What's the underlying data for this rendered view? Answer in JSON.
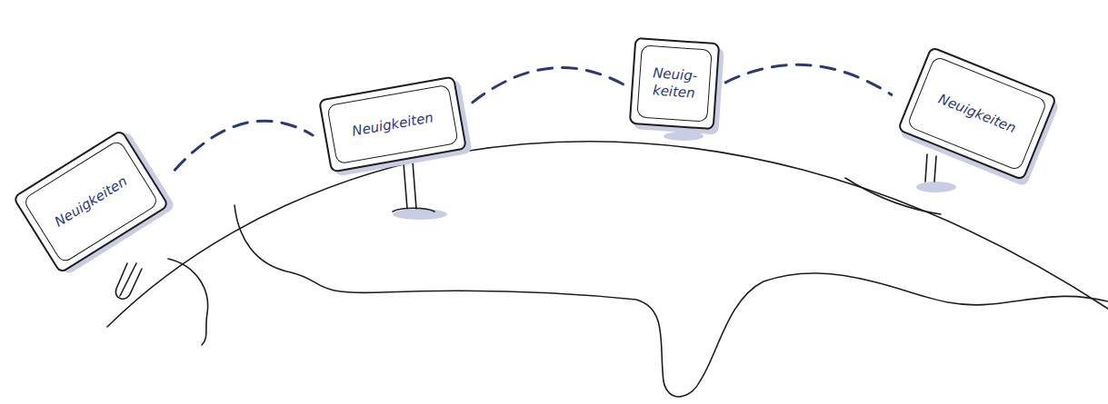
{
  "diagram": {
    "nodes": [
      {
        "text": [
          "Neuigkeiten"
        ]
      },
      {
        "text": [
          "Neuigkeiten"
        ]
      },
      {
        "text": [
          "Neuig- keiten"
        ]
      },
      {
        "text": [
          "Neuigkeiten"
        ]
      }
    ],
    "edges": [
      {
        "from": 0,
        "to": 1,
        "arrow": "none"
      },
      {
        "from": 1,
        "to": 2,
        "arrow": "none"
      },
      {
        "from": 2,
        "to": 3,
        "arrow": "none"
      }
    ]
  }
}
